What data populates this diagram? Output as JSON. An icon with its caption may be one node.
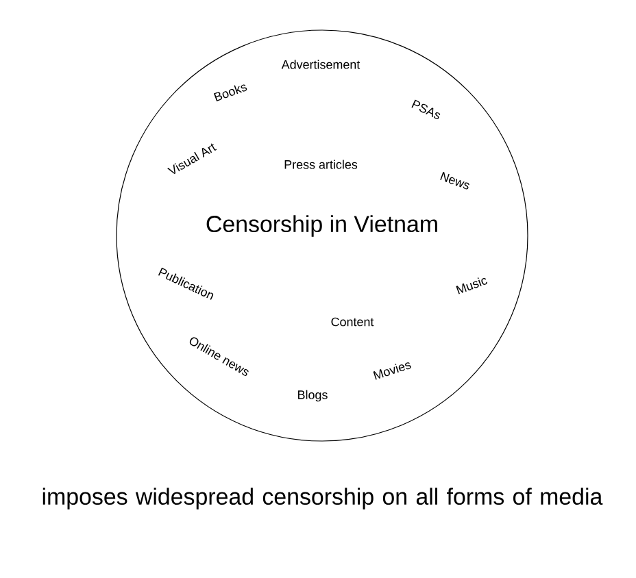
{
  "diagram": {
    "caption": "imposes widespread censorship on all forms of media",
    "nodes": [
      {
        "text": [
          "Censorship in Vietnam"
        ]
      }
    ],
    "labels": [
      "Advertisement",
      "Books",
      "PSAs",
      "Visual Art",
      "Press articles",
      "News",
      "Publication",
      "Music",
      "Content",
      "Online news",
      "Movies",
      "Blogs"
    ]
  }
}
